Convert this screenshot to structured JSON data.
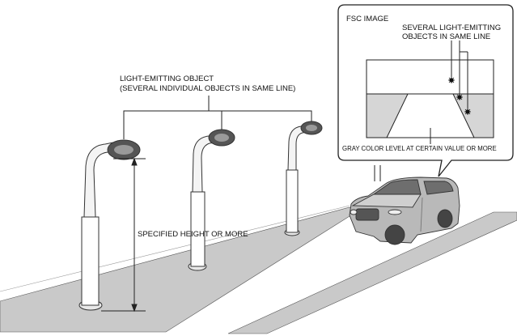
{
  "labels": {
    "light_object_line1": "LIGHT-EMITTING OBJECT",
    "light_object_line2": "(SEVERAL INDIVIDUAL OBJECTS IN SAME LINE)",
    "height": "SPECIFIED HEIGHT OR MORE",
    "fsc_title": "FSC IMAGE",
    "several_line1": "SEVERAL LIGHT-EMITTING",
    "several_line2": "OBJECTS IN SAME LINE",
    "gray_level": "GRAY COLOR LEVEL AT CERTAIN VALUE OR MORE"
  },
  "colors": {
    "road": "#c9c9c9",
    "gray_area": "#d6d6d6",
    "line": "#222222",
    "car": "#b9b9b9"
  }
}
